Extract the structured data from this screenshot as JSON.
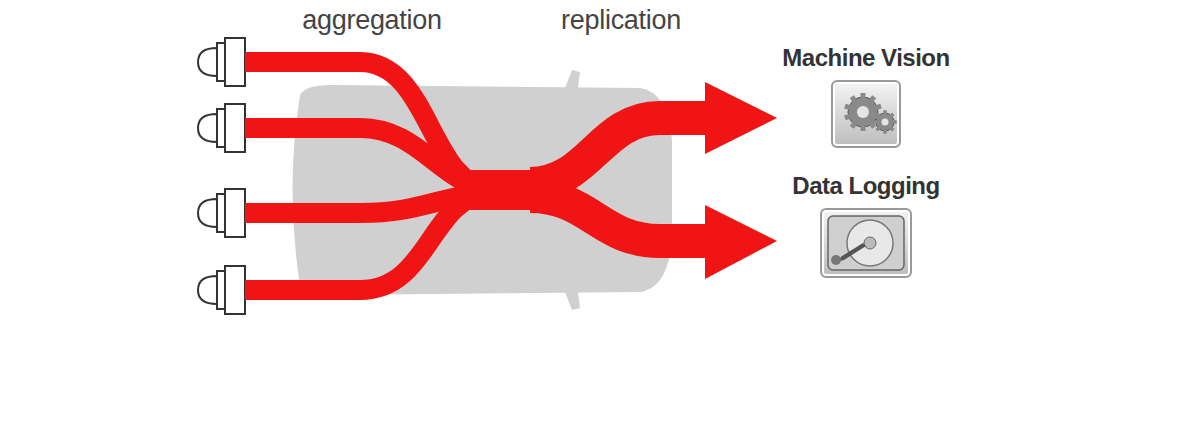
{
  "diagram": {
    "nodes": [
      {
        "text": [
          "Machine Vision"
        ]
      },
      {
        "text": [
          "Data Logging"
        ]
      }
    ],
    "labels": [
      "aggregation",
      "replication"
    ]
  }
}
